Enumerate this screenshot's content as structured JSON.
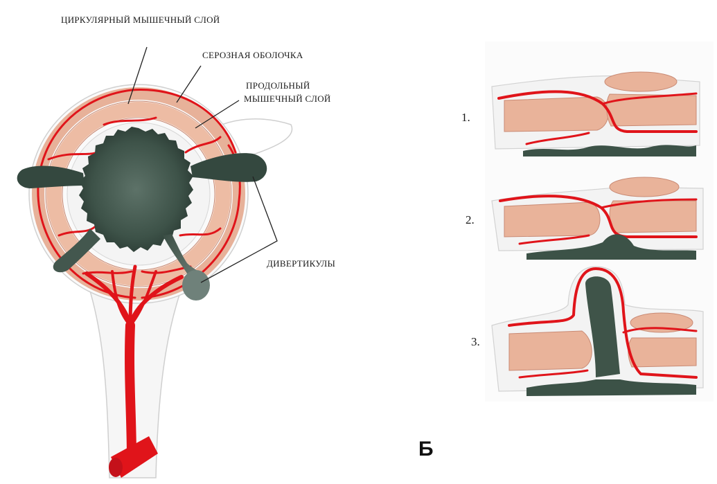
{
  "labels": {
    "circular_muscle": "ЦИРКУЛЯРНЫЙ МЫШЕЧНЫЙ СЛОЙ",
    "serosa": "СЕРОЗНАЯ ОБОЛОЧКА",
    "longitudinal_line1": "ПРОДОЛЬНЫЙ",
    "longitudinal_line2": "МЫШЕЧНЫЙ СЛОЙ",
    "diverticula": "ДИВЕРТИКУЛЫ"
  },
  "stages": [
    "1.",
    "2.",
    "3."
  ],
  "panel_letter": "Б",
  "colors": {
    "vessel": "#e0141a",
    "muscle": "#ebb59c",
    "muscle_edge": "#c98a74",
    "mucosa": "#2f4a3f",
    "outline": "#cfcfcf"
  }
}
